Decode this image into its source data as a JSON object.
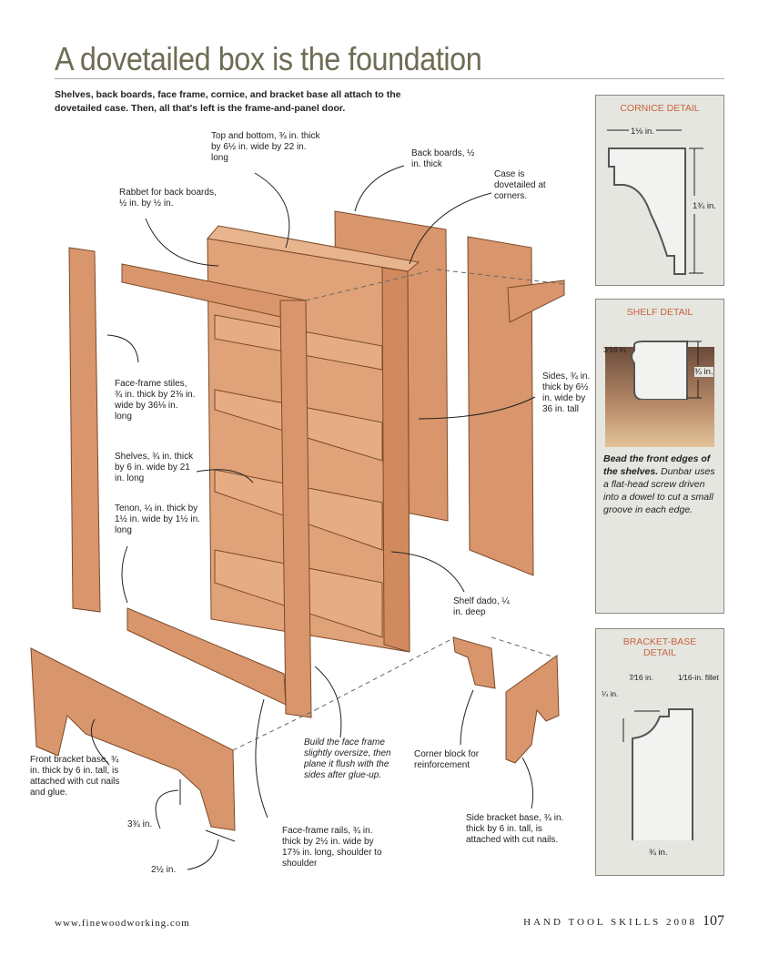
{
  "title": "A dovetailed box is the foundation",
  "intro": "Shelves, back boards, face frame, cornice, and bracket base all attach to the dovetailed case. Then, all that's left is the frame-and-panel door.",
  "labels": {
    "top_bottom": "Top and bottom, ¾ in. thick by 6½ in. wide by 22 in. long",
    "back_boards": "Back boards, ½ in. thick",
    "dovetailed": "Case is dovetailed at corners.",
    "rabbet": "Rabbet for back boards, ½ in. by ½ in.",
    "stiles": "Face-frame stiles, ¾ in. thick by 2⅜ in. wide by 36⅛ in. long",
    "sides": "Sides, ¾ in. thick by 6½ in. wide by 36 in. tall",
    "shelves": "Shelves, ¾ in. thick by 6 in. wide by 21 in. long",
    "tenon": "Tenon, ¼ in. thick by 1½ in. wide by 1½ in. long",
    "dado": "Shelf dado, ¼ in. deep",
    "build_note": "Build the face frame slightly oversize, then plane it flush with the sides after glue-up.",
    "corner_block": "Corner block for reinforcement",
    "front_base": "Front bracket base, ¾ in. thick by 6 in. tall, is attached with cut nails and glue.",
    "dim_3_75": "3¾ in.",
    "dim_2_5": "2½ in.",
    "rails": "Face-frame rails, ¾ in. thick by 2½ in. wide by 17⅜ in. long, shoulder to shoulder",
    "side_base": "Side bracket base, ¾ in. thick by 6 in. tall, is attached with cut nails."
  },
  "cornice": {
    "title": "CORNICE DETAIL",
    "w": "1⅛ in.",
    "h": "1¾ in."
  },
  "shelf": {
    "title": "SHELF DETAIL",
    "bead": "3⁄16 in.",
    "h": "¾ in.",
    "caption_bold": "Bead the front edges of the shelves.",
    "caption": " Dunbar uses a flat-head screw driven into a dowel to cut a small groove in each edge."
  },
  "bracket": {
    "title": "BRACKET-BASE DETAIL",
    "d1": "7⁄16 in.",
    "d2": "1⁄16-in. fillet",
    "d3": "¼ in.",
    "w": "¾ in."
  },
  "footer": {
    "url": "www.finewoodworking.com",
    "mag": "HAND TOOL SKILLS 2008",
    "page": "107"
  },
  "colors": {
    "wood": "#d9956b",
    "accent": "#c9623f"
  }
}
